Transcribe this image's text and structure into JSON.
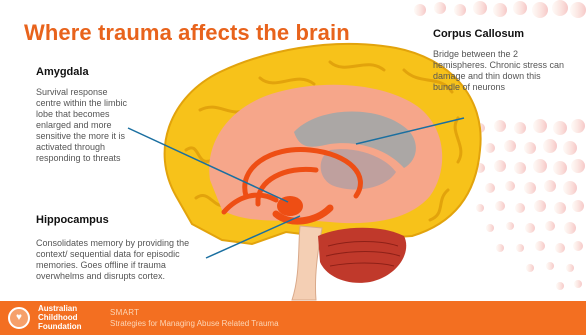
{
  "slide": {
    "title": "Where trauma affects the brain"
  },
  "labels": {
    "amygdala": {
      "title": "Amygdala",
      "text": "Survival response centre within the limbic lobe that becomes enlarged and more sensitive the more it is activated through responding to threats"
    },
    "hippocampus": {
      "title": "Hippocampus",
      "text": "Consolidates memory by providing the context/ sequential data for episodic memories. Goes offline if trauma overwhelms and disrupts cortex."
    },
    "corpus_callosum": {
      "title": "Corpus Callosum",
      "text": "Bridge between the 2 hemispheres. Chronic stress can damage and thin down this bundle of neurons"
    }
  },
  "footer": {
    "org_name": "Australian\nChildhood\nFoundation",
    "smart": "SMART",
    "subtitle": "Strategies for Managing Abuse Related Trauma"
  },
  "colors": {
    "title": "#e8631c",
    "footer_bg": "#f36f21",
    "brain_outer": "#f7c21a",
    "brain_inner": "#f6a68a",
    "corpus_callosum": "#a6a6a6",
    "limbic_system": "#ee4e14",
    "cerebellum": "#c0392b",
    "pointer_lines": "#1a6fa0"
  }
}
